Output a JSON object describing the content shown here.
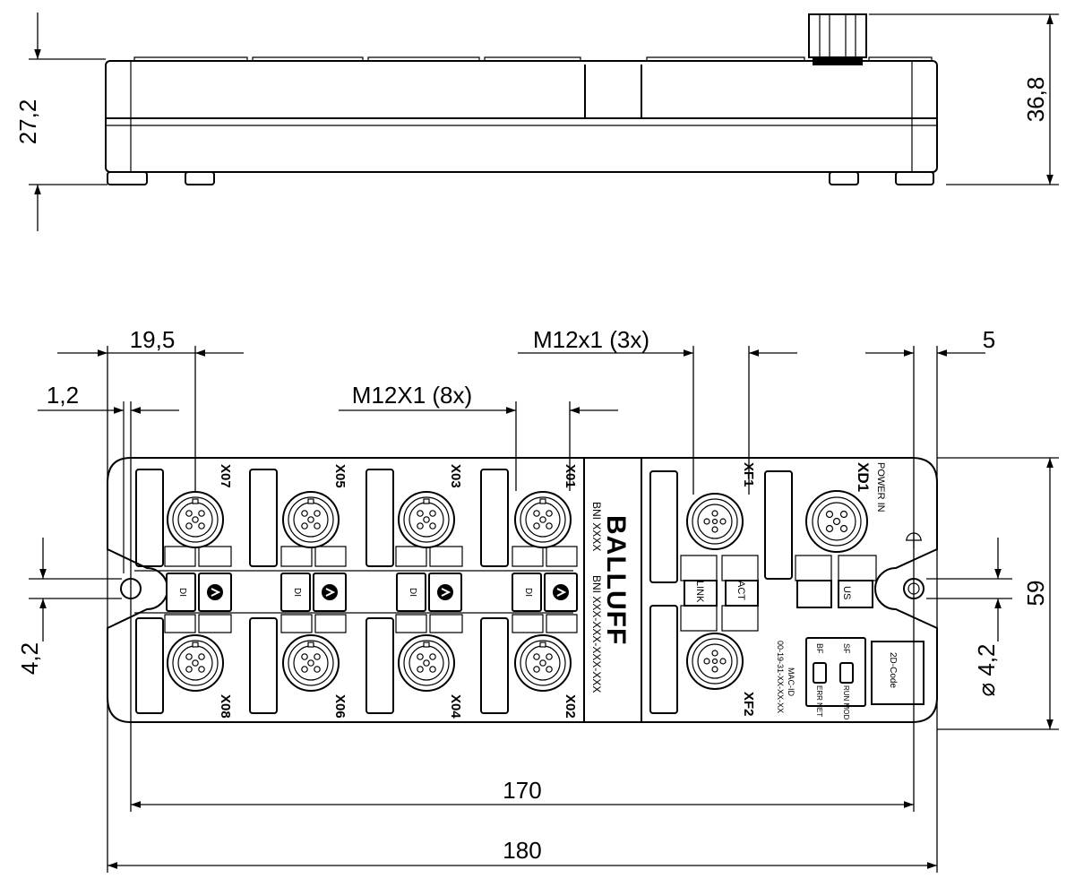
{
  "drawing": {
    "dimensions": {
      "height_side": "27,2",
      "height_total": "36,8",
      "pitch": "19,5",
      "offset": "1,2",
      "connector_spec_8": "M12X1 (8x)",
      "connector_spec_3": "M12x1 (3x)",
      "edge_offset": "5",
      "hole_size": "4,2",
      "hole_diameter": "⌀ 4,2",
      "height_front": "59",
      "hole_distance": "170",
      "total_width": "180"
    },
    "ports": {
      "x07": "X07",
      "x05": "X05",
      "x03": "X03",
      "x01": "X01",
      "x08": "X08",
      "x06": "X06",
      "x04": "X04",
      "x02": "X02",
      "xf1": "XF1",
      "xf2": "XF2",
      "xd1": "XD1"
    },
    "labels": {
      "di": "DI",
      "power_in": "POWER IN",
      "brand": "BALLUFF",
      "model_short": "BNI XXXX",
      "model_long": "BNI XXX-XXX-XXX-XXX",
      "link": "LINK",
      "act": "ACT",
      "us": "US",
      "mac_label": "MAC-ID",
      "mac_value": "00-19-31-XX-XX-XX",
      "bf": "BF",
      "sf": "SF",
      "err_net": "ERR NET",
      "run_mod": "RUN MOD",
      "code": "2D-Code"
    }
  }
}
